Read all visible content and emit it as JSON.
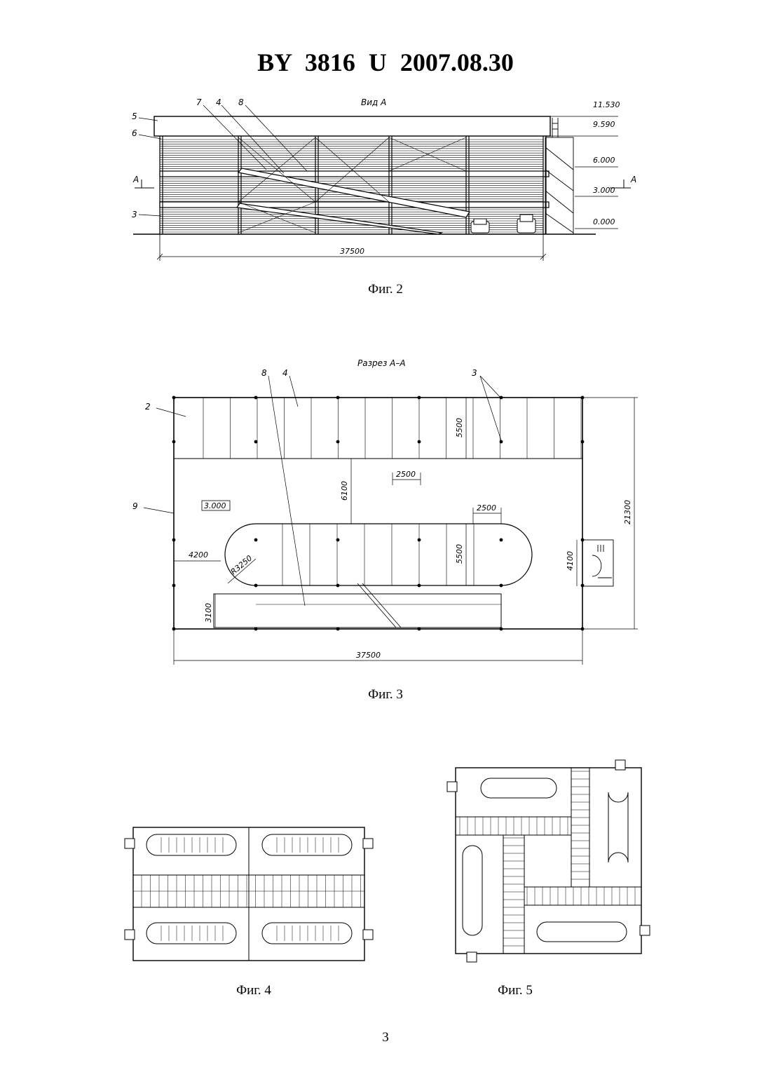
{
  "header": {
    "doc_number": "BY  3816  U  2007.08.30"
  },
  "fig2": {
    "caption": "Фиг. 2",
    "view_title": "Вид А",
    "callouts": [
      "5",
      "6",
      "7",
      "4",
      "8",
      "3"
    ],
    "section_marks": [
      "А",
      "А"
    ],
    "levels": [
      "11.530",
      "9.590",
      "6.000",
      "3.000",
      "0.000"
    ],
    "width_dim": "37500"
  },
  "fig3": {
    "caption": "Фиг. 3",
    "section_title": "Разрез А–А",
    "callouts": [
      "8",
      "4",
      "3",
      "2",
      "9"
    ],
    "level_mark": "3.000",
    "dims": {
      "depth_top": "5500",
      "bay_top": "2500",
      "aisle": "6100",
      "bay_mid": "2500",
      "depth_mid": "5500",
      "side": "4200",
      "radius": "R3250",
      "ramp": "3100",
      "stair": "4100",
      "height": "21300",
      "width": "37500"
    }
  },
  "fig4": {
    "caption": "Фиг. 4"
  },
  "fig5": {
    "caption": "Фиг. 5"
  },
  "page": {
    "number": "3"
  }
}
